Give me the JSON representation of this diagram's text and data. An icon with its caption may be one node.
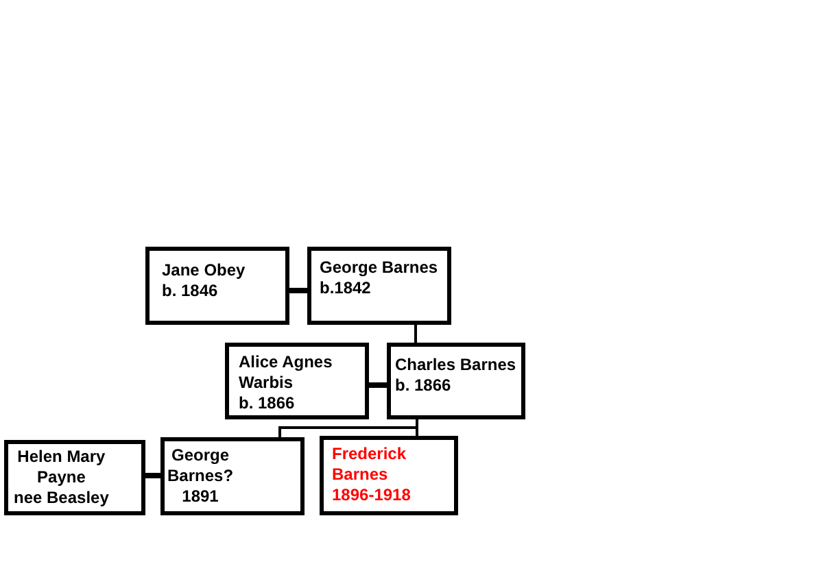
{
  "diagram": {
    "nodes": [
      {
        "text": [
          "Jane Obey b. 1846"
        ]
      },
      {
        "text": [
          "George Barnes b.1842"
        ]
      },
      {
        "text": [
          "Alice Agnes Warbis b. 1866"
        ]
      },
      {
        "text": [
          "Charles Barnes b. 1866"
        ]
      },
      {
        "text": [
          "Helen Mary Payne nee Beasley"
        ]
      },
      {
        "text": [
          "George Barnes? 1891"
        ]
      },
      {
        "text": [
          "Frederick Barnes 1896-1918"
        ]
      }
    ],
    "edges": [
      {
        "from": 0,
        "to": 1,
        "arrow": "none",
        "style": "thick"
      },
      {
        "from": 1,
        "to": 3,
        "arrow": "none"
      },
      {
        "from": 2,
        "to": 3,
        "arrow": "none",
        "style": "thick"
      },
      {
        "from": 3,
        "to": 5,
        "arrow": "none"
      },
      {
        "from": 3,
        "to": 6,
        "arrow": "none"
      },
      {
        "from": 4,
        "to": 5,
        "arrow": "none",
        "style": "thick"
      }
    ]
  }
}
